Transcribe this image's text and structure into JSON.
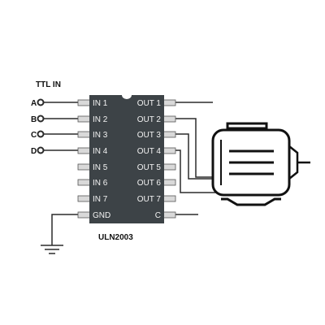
{
  "ttl_label": "TTL IN",
  "inputs": [
    "A",
    "B",
    "C",
    "D"
  ],
  "left_pins": [
    "IN 1",
    "IN 2",
    "IN 3",
    "IN 4",
    "IN 5",
    "IN 6",
    "IN 7",
    "GND"
  ],
  "right_pins": [
    "OUT 1",
    "OUT 2",
    "OUT 3",
    "OUT 4",
    "OUT 5",
    "OUT 6",
    "OUT 7",
    "C"
  ],
  "chip_name": "ULN2003",
  "colors": {
    "chip": "#3d4347",
    "pin_fill": "#d9d9d9",
    "wire": "#2b2b2b",
    "chip_text": "#f2f2f2",
    "label": "#111111"
  }
}
